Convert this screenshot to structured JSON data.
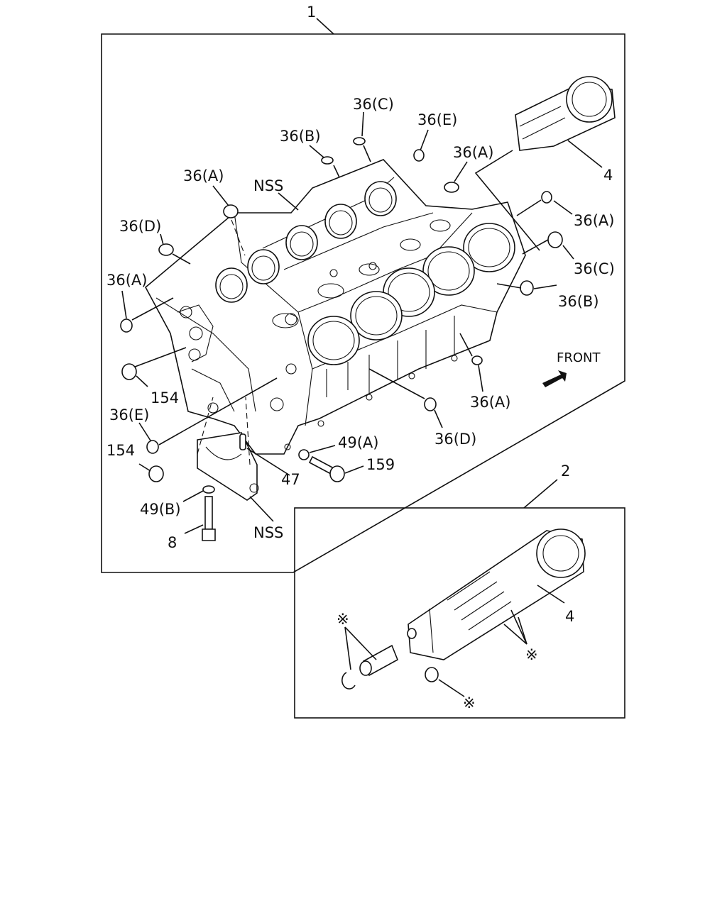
{
  "labels": {
    "assy_1": "1",
    "assy_2": "2",
    "c_36c_top": "36(C)",
    "c_36e_top": "36(E)",
    "c_36b_top": "36(B)",
    "c_36a_top": "36(A)",
    "c_36a_left_top": "36(A)",
    "c_nss_top": "NSS",
    "c_36d_left": "36(D)",
    "c_36a_left": "36(A)",
    "c_154_upper": "154",
    "c_36e_left": "36(E)",
    "c_154_lower": "154",
    "c_49b": "49(B)",
    "c_8": "8",
    "c_nss_bottom": "NSS",
    "c_47": "47",
    "c_49a": "49(A)",
    "c_159": "159",
    "c_36d_bottom": "36(D)",
    "c_36a_bottom": "36(A)",
    "c_36b_right": "36(B)",
    "c_36c_right": "36(C)",
    "c_36a_right": "36(A)",
    "c_4_top": "4",
    "c_4_inset": "4",
    "front": "FRONT",
    "star_1": "※",
    "star_2": "※",
    "star_3": "※"
  },
  "icons": {
    "front_arrow": "front-arrow-icon"
  }
}
